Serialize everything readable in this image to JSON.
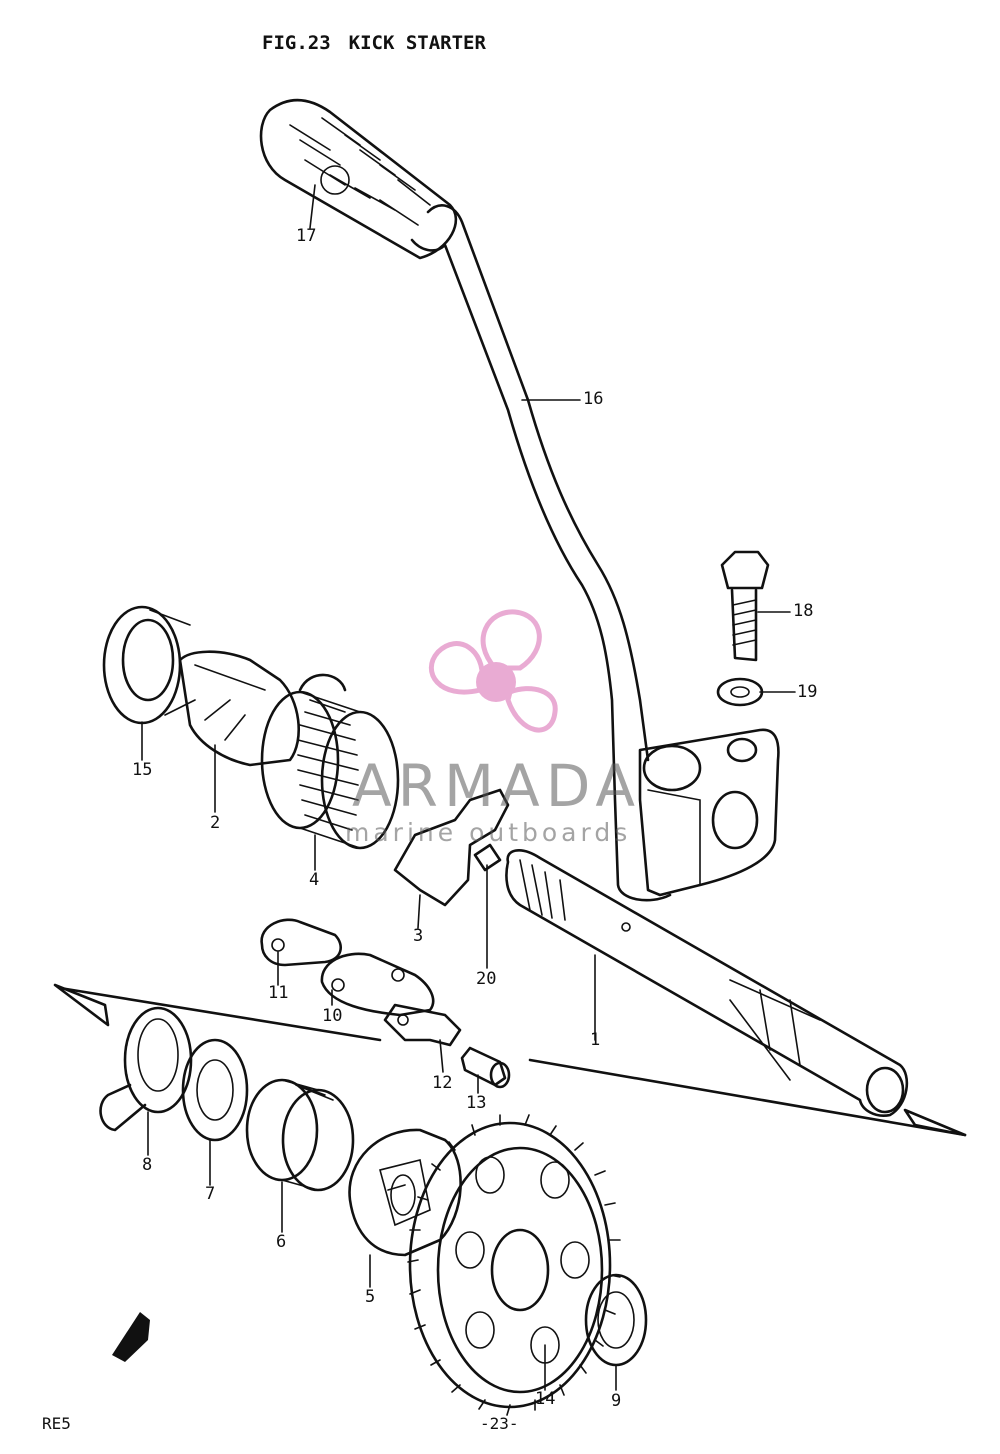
{
  "header": {
    "figure": "FIG.23",
    "section": "KICK STARTER"
  },
  "watermark": {
    "name": "ARMADA",
    "tagline": "marine outboards",
    "icon": "propeller-icon",
    "color": "#e7a3cf"
  },
  "callouts": {
    "p1": "1",
    "p2": "2",
    "p3": "3",
    "p4": "4",
    "p5": "5",
    "p6": "6",
    "p7": "7",
    "p8": "8",
    "p9": "9",
    "p10": "10",
    "p11": "11",
    "p12": "12",
    "p13": "13",
    "p14": "14",
    "p15": "15",
    "p16": "16",
    "p17": "17",
    "p18": "18",
    "p19": "19",
    "p20": "20"
  },
  "footer": {
    "model": "RE5",
    "page": "-23-",
    "direction_marker": "FWD"
  }
}
